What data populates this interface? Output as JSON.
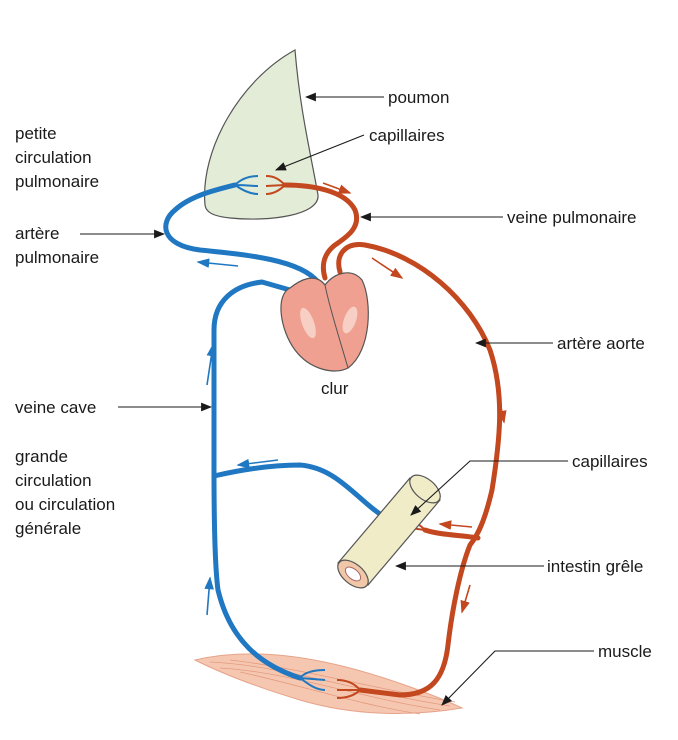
{
  "labels": {
    "poumon": "poumon",
    "capillaires_poumon": "capillaires",
    "petite_circulation": [
      "petite",
      "circulation",
      "pulmonaire"
    ],
    "artere_pulmonaire": [
      "artère",
      "pulmonaire"
    ],
    "veine_pulmonaire": "veine pulmonaire",
    "artere_aorte": "artère aorte",
    "coeur": "clur",
    "veine_cave": "veine cave",
    "grande_circulation": [
      "grande",
      "circulation",
      "ou circulation",
      "générale"
    ],
    "capillaires_intestin": "capillaires",
    "intestin": "intestin grêle",
    "muscle": "muscle"
  },
  "colors": {
    "oxygen_poor_blood": "#1f78c1",
    "oxygen_rich_blood": "#c3471f",
    "lung": "#e3ecd6",
    "heart": "#f0a090",
    "intestine": "#f1ecc8",
    "muscle": "#f6c7b0"
  }
}
